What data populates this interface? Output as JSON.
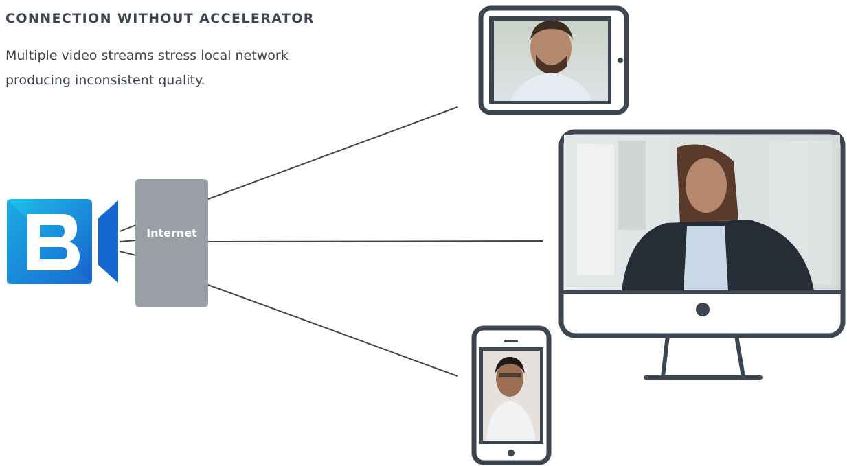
{
  "header": {
    "title": "CONNECTION WITHOUT ACCELERATOR",
    "description_lines": [
      "Multiple video streams stress local network",
      "producing inconsistent quality."
    ]
  },
  "nodes": {
    "source_logo": {
      "letter": "B",
      "icon": "bluejeans-logo-icon"
    },
    "network": {
      "label": "Internet"
    },
    "devices": [
      {
        "name": "tablet",
        "icon": "tablet-icon"
      },
      {
        "name": "desktop-monitor",
        "icon": "monitor-icon"
      },
      {
        "name": "smartphone",
        "icon": "phone-icon"
      }
    ]
  },
  "colors": {
    "text": "#3d4550",
    "device_outline": "#3d4550",
    "internet_box": "#9a9ea6",
    "logo_blue_light": "#1fb6e8",
    "logo_blue_dark": "#1565c8",
    "line": "#3d4550"
  }
}
